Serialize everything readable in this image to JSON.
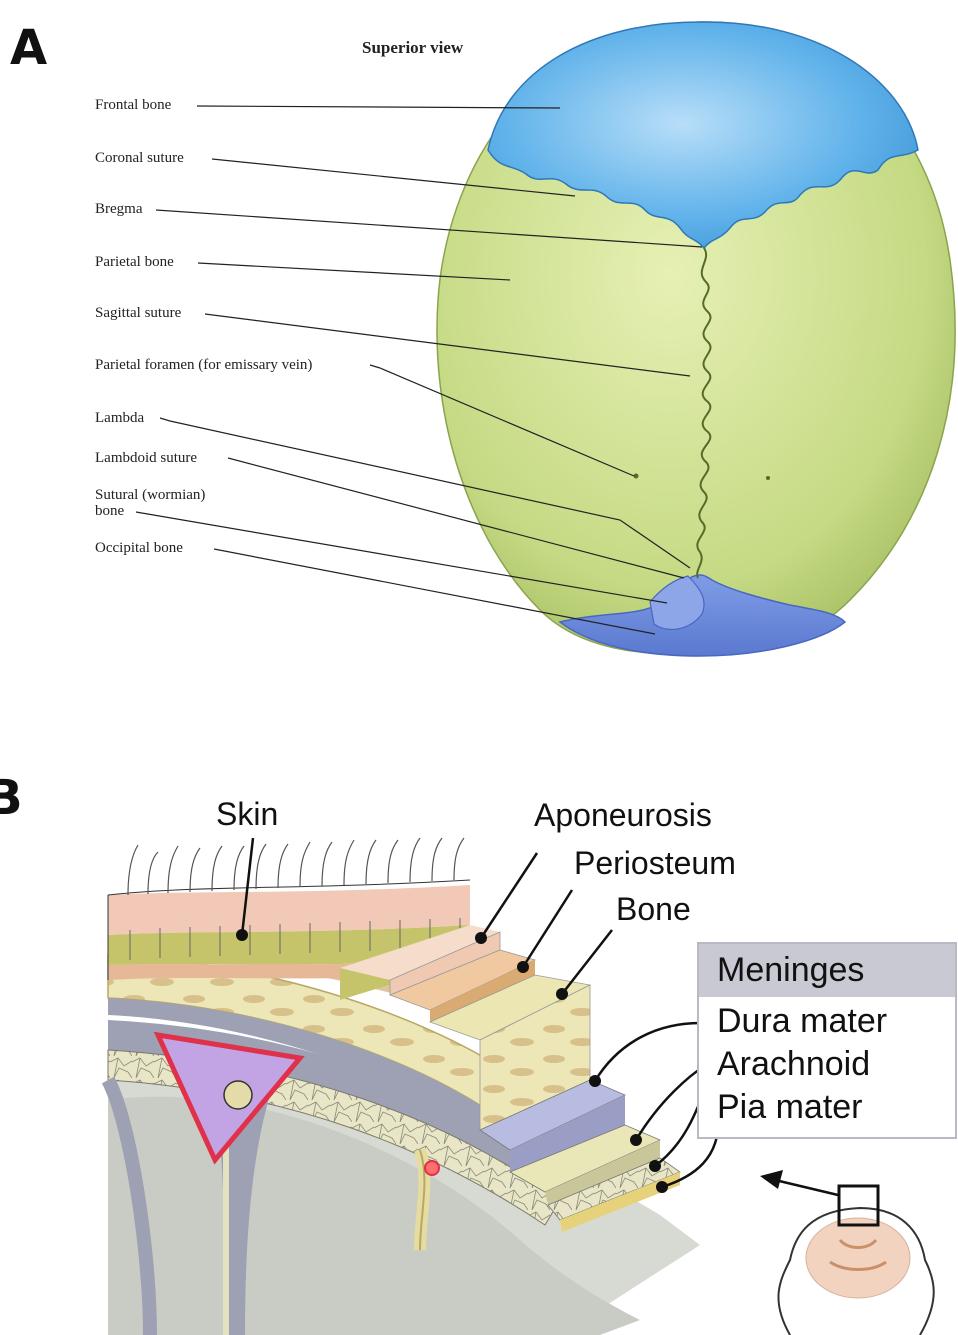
{
  "panel_a": {
    "letter": "A",
    "view_title": "Superior view",
    "labels": [
      {
        "id": "frontal-bone",
        "text": "Frontal bone"
      },
      {
        "id": "coronal-suture",
        "text": "Coronal suture"
      },
      {
        "id": "bregma",
        "text": "Bregma"
      },
      {
        "id": "parietal-bone",
        "text": "Parietal bone"
      },
      {
        "id": "sagittal-suture",
        "text": "Sagittal suture"
      },
      {
        "id": "parietal-foramen",
        "text": "Parietal foramen (for emissary vein)"
      },
      {
        "id": "lambda",
        "text": "Lambda"
      },
      {
        "id": "lambdoid-suture",
        "text": "Lambdoid suture"
      },
      {
        "id": "sutural-bone",
        "text": "Sutural (wormian)\nbone"
      },
      {
        "id": "occipital-bone",
        "text": "Occipital bone"
      }
    ],
    "colors": {
      "frontal": "#5aaee6",
      "parietal": "#c8dc8a",
      "occipital": "#6f8fe0"
    }
  },
  "panel_b": {
    "letter": "B",
    "labels": {
      "skin": "Skin",
      "aponeurosis": "Aponeurosis",
      "periosteum": "Periosteum",
      "bone": "Bone"
    },
    "meninges": {
      "title": "Meninges",
      "items": [
        "Dura mater",
        "Arachnoid",
        "Pia mater"
      ]
    },
    "colors": {
      "skin": "#f2c9b6",
      "fat": "#c9c25a",
      "bone": "#e9e4b0",
      "dura": "#b4b8dc",
      "sinus": "#c9a6e6",
      "brain": "#d8dcd4"
    }
  }
}
